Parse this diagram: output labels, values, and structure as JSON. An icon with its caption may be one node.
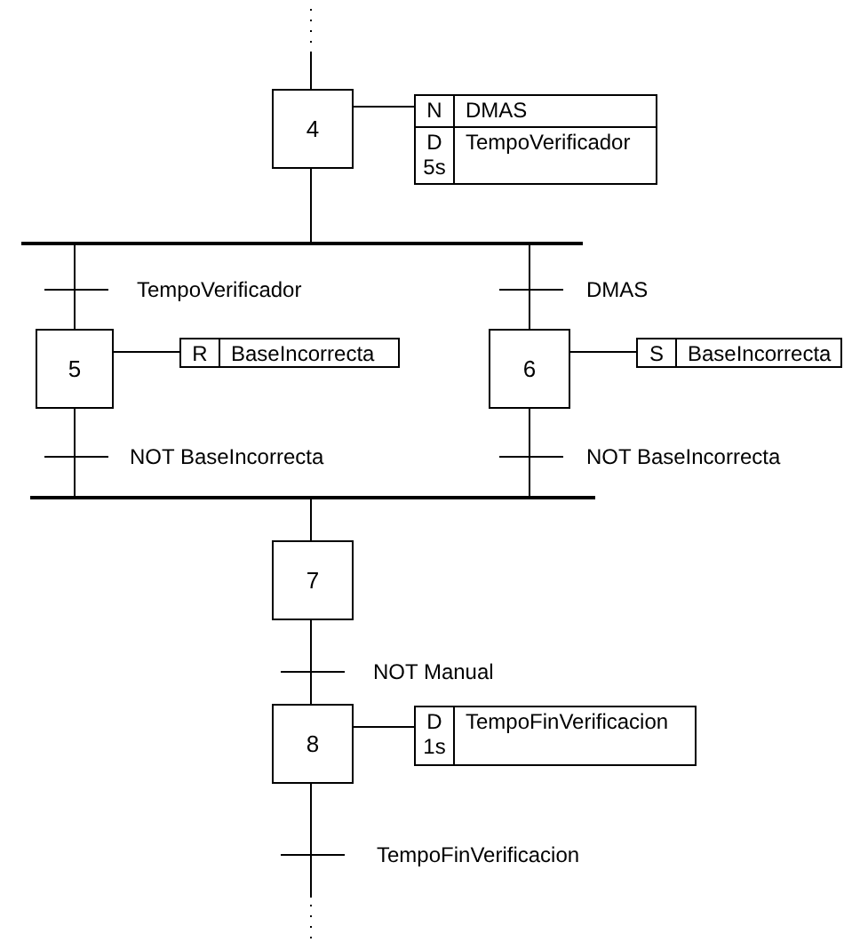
{
  "diagram": {
    "nodes": [
      {
        "text": [
          "4"
        ]
      },
      {
        "text": [
          "N",
          "DMAS",
          "D 5s",
          "TempoVerificador"
        ]
      },
      {
        "text": [],
        "shape": "bar"
      },
      {
        "text": [
          "5"
        ]
      },
      {
        "text": [
          "R",
          "BaseIncorrecta"
        ]
      },
      {
        "text": [
          "6"
        ]
      },
      {
        "text": [
          "S",
          "BaseIncorrecta"
        ]
      },
      {
        "text": [],
        "shape": "bar"
      },
      {
        "text": [
          "7"
        ]
      },
      {
        "text": [
          "8"
        ]
      },
      {
        "text": [
          "D 1s",
          "TempoFinVerificacion"
        ]
      }
    ],
    "edges": [
      {
        "from": null,
        "to": 0,
        "arrow": "none",
        "style": "dashed"
      },
      {
        "from": 0,
        "to": 1,
        "arrow": "none"
      },
      {
        "from": 0,
        "to": 2,
        "arrow": "none"
      },
      {
        "from": 2,
        "to": 3,
        "arrow": "none",
        "label": "TempoVerificador"
      },
      {
        "from": 3,
        "to": 4,
        "arrow": "none"
      },
      {
        "from": 2,
        "to": 5,
        "arrow": "none",
        "label": "DMAS"
      },
      {
        "from": 5,
        "to": 6,
        "arrow": "none"
      },
      {
        "from": 3,
        "to": 7,
        "arrow": "none",
        "label": "NOT BaseIncorrecta"
      },
      {
        "from": 5,
        "to": 7,
        "arrow": "none",
        "label": "NOT BaseIncorrecta"
      },
      {
        "from": 7,
        "to": 8,
        "arrow": "none"
      },
      {
        "from": 8,
        "to": 9,
        "arrow": "none",
        "label": "NOT Manual"
      },
      {
        "from": 9,
        "to": 10,
        "arrow": "none"
      },
      {
        "from": 9,
        "to": null,
        "arrow": "none",
        "style": "dashed",
        "label": "TempoFinVerificacion"
      }
    ]
  }
}
